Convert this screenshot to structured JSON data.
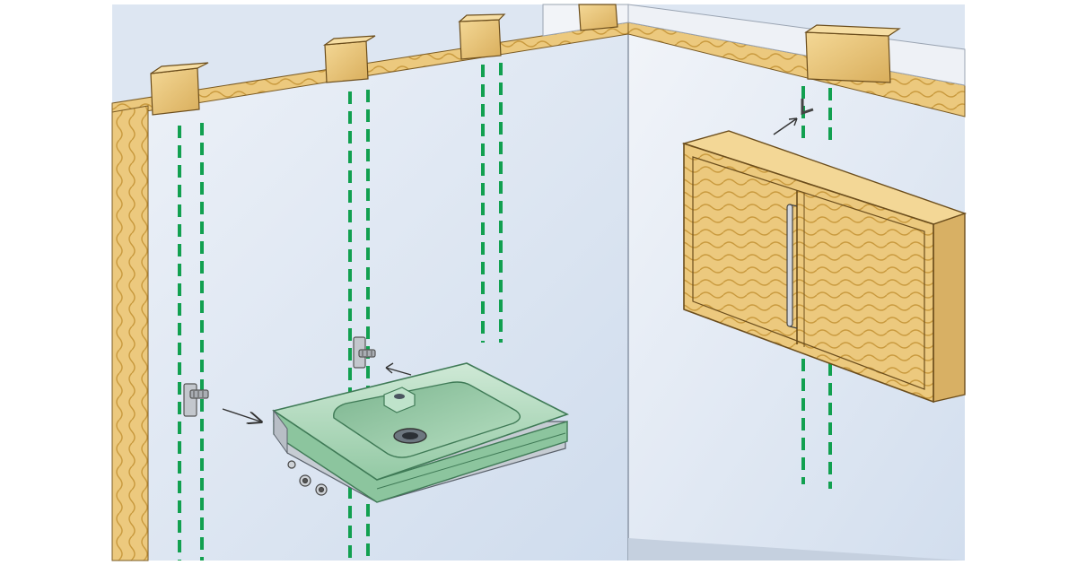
{
  "scene": {
    "subject": "wall-mounted-sink-and-cabinet-installation",
    "colors": {
      "background": "#ffffff",
      "wall": "#e4ebf5",
      "wall_shadow": "#c9d6e8",
      "timber": "#e8c77c",
      "timber_grain": "#c99a3e",
      "stud_marker": "#12a050",
      "sink_body": "#a9d7b8",
      "sink_edge": "#5f9c78",
      "cabinet": "#ecc983",
      "cabinet_edge": "#8a6a2c",
      "metal": "#b8bcc2"
    },
    "icons": [
      "timber-stud",
      "dashed-stud-line",
      "wall-bracket",
      "arrow",
      "wall-sink",
      "drain",
      "wall-cabinet",
      "cabinet-handle"
    ]
  }
}
